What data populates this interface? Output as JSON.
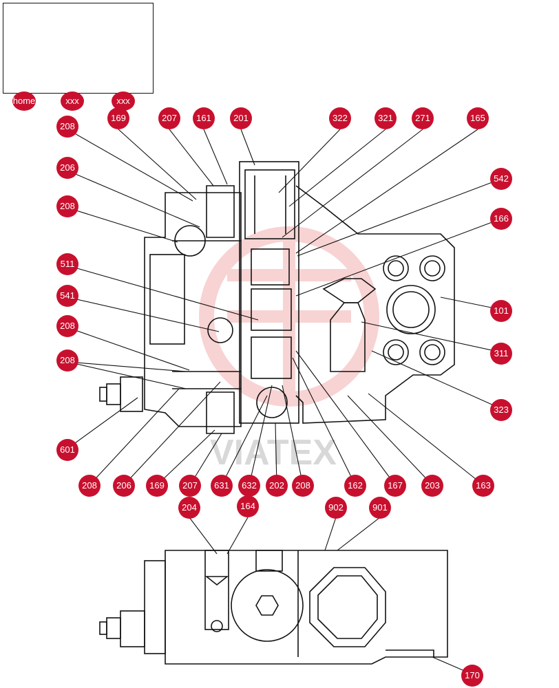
{
  "nav": {
    "tabs": [
      {
        "id": "home",
        "label": "home"
      },
      {
        "id": "xxx1",
        "label": "xxx"
      },
      {
        "id": "xxx2",
        "label": "xxx"
      }
    ]
  },
  "watermark": "VIATEX",
  "callouts": {
    "c201": "201",
    "c161": "161",
    "c207t": "207",
    "c169t": "169",
    "c208a": "208",
    "c206a": "206",
    "c208b": "208",
    "c511": "511",
    "c541": "541",
    "c208c": "208",
    "c208d": "208",
    "c601": "601",
    "c208e": "208",
    "c206b": "206",
    "c169b": "169",
    "c207b": "207",
    "c631": "631",
    "c632": "632",
    "c202": "202",
    "c208f": "208",
    "c162": "162",
    "c167": "167",
    "c203": "203",
    "c163": "163",
    "c322": "322",
    "c321": "321",
    "c271": "271",
    "c165": "165",
    "c542": "542",
    "c166": "166",
    "c101": "101",
    "c311": "311",
    "c323": "323",
    "c204": "204",
    "c164": "164",
    "c902": "902",
    "c901": "901",
    "c170": "170"
  },
  "colors": {
    "callout": "#c8102e",
    "line": "#111111",
    "watermark": "#f4c6c6"
  }
}
